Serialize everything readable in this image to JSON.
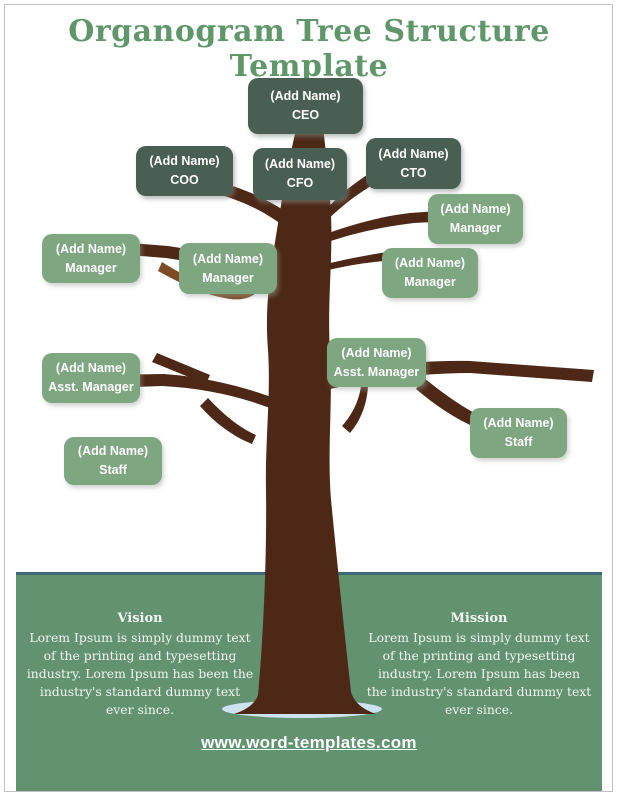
{
  "page": {
    "title": "Organogram Tree Structure Template"
  },
  "org_nodes": [
    {
      "name": "(Add Name)",
      "role": "CEO",
      "tier": "executive"
    },
    {
      "name": "(Add Name)",
      "role": "COO",
      "tier": "executive"
    },
    {
      "name": "(Add Name)",
      "role": "CFO",
      "tier": "executive"
    },
    {
      "name": "(Add Name)",
      "role": "CTO",
      "tier": "executive"
    },
    {
      "name": "(Add Name)",
      "role": "Manager",
      "tier": "manager"
    },
    {
      "name": "(Add Name)",
      "role": "Manager",
      "tier": "manager"
    },
    {
      "name": "(Add Name)",
      "role": "Manager",
      "tier": "manager"
    },
    {
      "name": "(Add Name)",
      "role": "Manager",
      "tier": "manager"
    },
    {
      "name": "(Add Name)",
      "role": "Asst. Manager",
      "tier": "assistant"
    },
    {
      "name": "(Add Name)",
      "role": "Asst. Manager",
      "tier": "assistant"
    },
    {
      "name": "(Add Name)",
      "role": "Staff",
      "tier": "staff"
    },
    {
      "name": "(Add Name)",
      "role": "Staff",
      "tier": "staff"
    }
  ],
  "footer": {
    "vision": {
      "heading": "Vision",
      "body": "Lorem Ipsum is simply dummy text of the printing and typesetting industry. Lorem Ipsum has been the industry's standard dummy text ever since."
    },
    "mission": {
      "heading": "Mission",
      "body": "Lorem Ipsum is simply dummy text of the printing and typesetting industry. Lorem Ipsum has been the industry's standard dummy text ever since."
    },
    "website": "www.word-templates.com"
  },
  "colors": {
    "title_green": "#5f976b",
    "executive_box": "#4a5f53",
    "staff_box": "#7ea681",
    "footer_band": "#629270",
    "footer_border": "#3c6a74",
    "tree_brown": "#4e2817",
    "twig_brown": "#7d4a26",
    "base_shadow": "#cde4f0"
  }
}
